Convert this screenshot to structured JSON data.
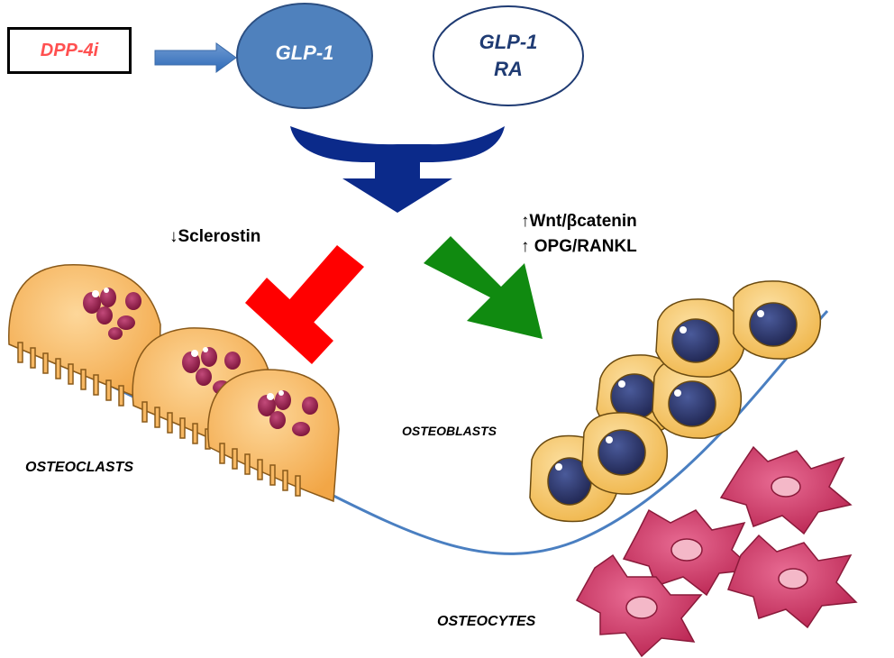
{
  "inputs": {
    "dpp4i": "DPP-4i",
    "glp1": "GLP-1",
    "glp1_ra_line1": "GLP-1",
    "glp1_ra_line2": "RA"
  },
  "effects": {
    "sclerostin": "↓Sclerostin",
    "wnt": "↑Wnt/βcatenin",
    "opg": "↑ OPG/RANKL"
  },
  "cells": {
    "osteoclasts": "OSTEOCLASTS",
    "osteoblasts": "OSTEOBLASTS",
    "osteocytes": "OSTEOCYTES"
  },
  "colors": {
    "glp1_fill": "#4f81bd",
    "receptor_navy": "#0b2a8a",
    "inhibit_red": "#ff0000",
    "stimulate_green": "#108a10",
    "osteoclast_fill": "#f7b863",
    "osteoblast_fill": "#f5c467",
    "osteocyte_fill": "#d23a6a",
    "bone_line": "#4a7fc1"
  }
}
